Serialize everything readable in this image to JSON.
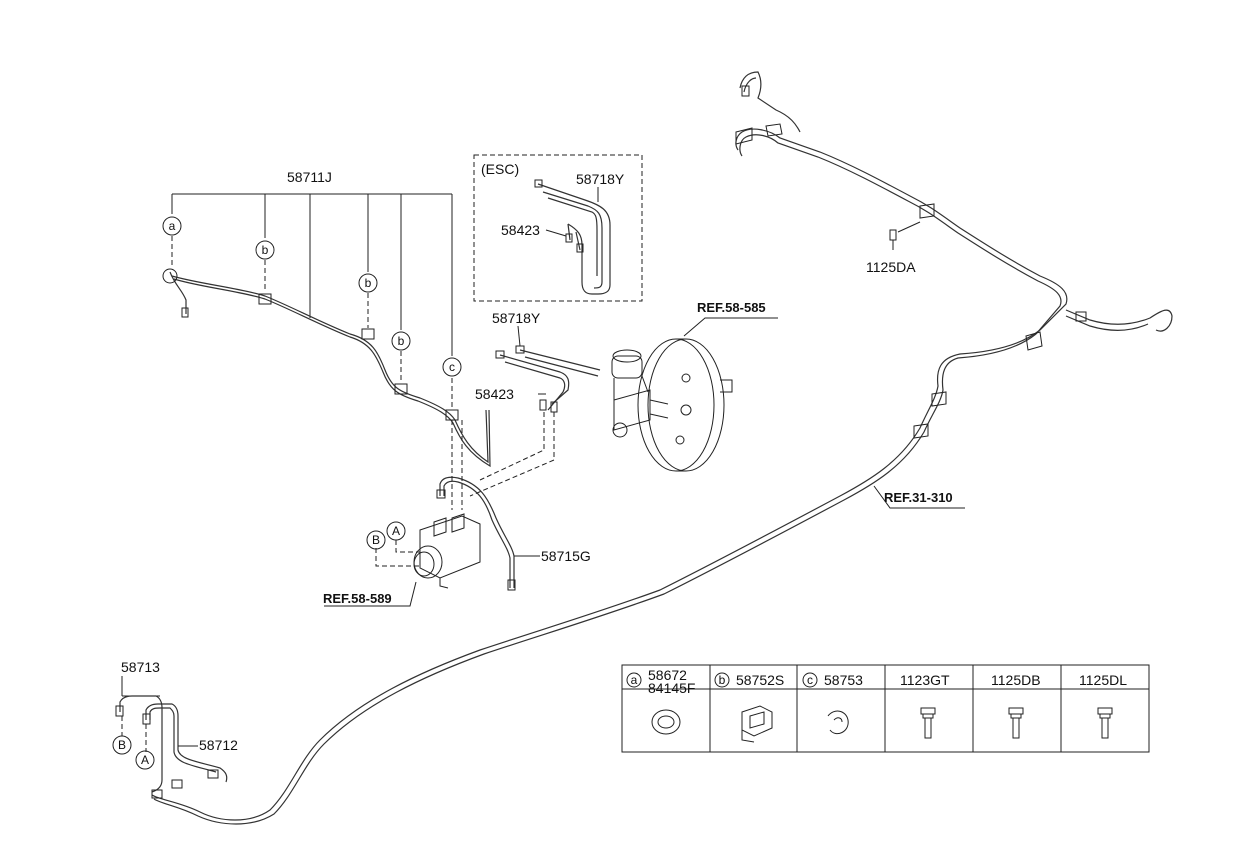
{
  "labels": {
    "p58711J": "58711J",
    "esc": "(ESC)",
    "p58718Y_top": "58718Y",
    "p58423_top": "58423",
    "p58718Y_mid": "58718Y",
    "p58423_mid": "58423",
    "p1125DA": "1125DA",
    "p58715G": "58715G",
    "p58713": "58713",
    "p58712": "58712"
  },
  "refs": {
    "ref_58_585": "REF.58-585",
    "ref_31_310": "REF.31-310",
    "ref_58_589": "REF.58-589"
  },
  "callouts": {
    "a": "a",
    "b": "b",
    "c": "c",
    "A": "A",
    "B": "B"
  },
  "legend": {
    "col_a_letter": "a",
    "col_a_part1": "58672",
    "col_a_part2": "84145F",
    "col_b_letter": "b",
    "col_b_part": "58752S",
    "col_c_letter": "c",
    "col_c_part": "58753",
    "col_4_part": "1123GT",
    "col_5_part": "1125DB",
    "col_6_part": "1125DL"
  }
}
